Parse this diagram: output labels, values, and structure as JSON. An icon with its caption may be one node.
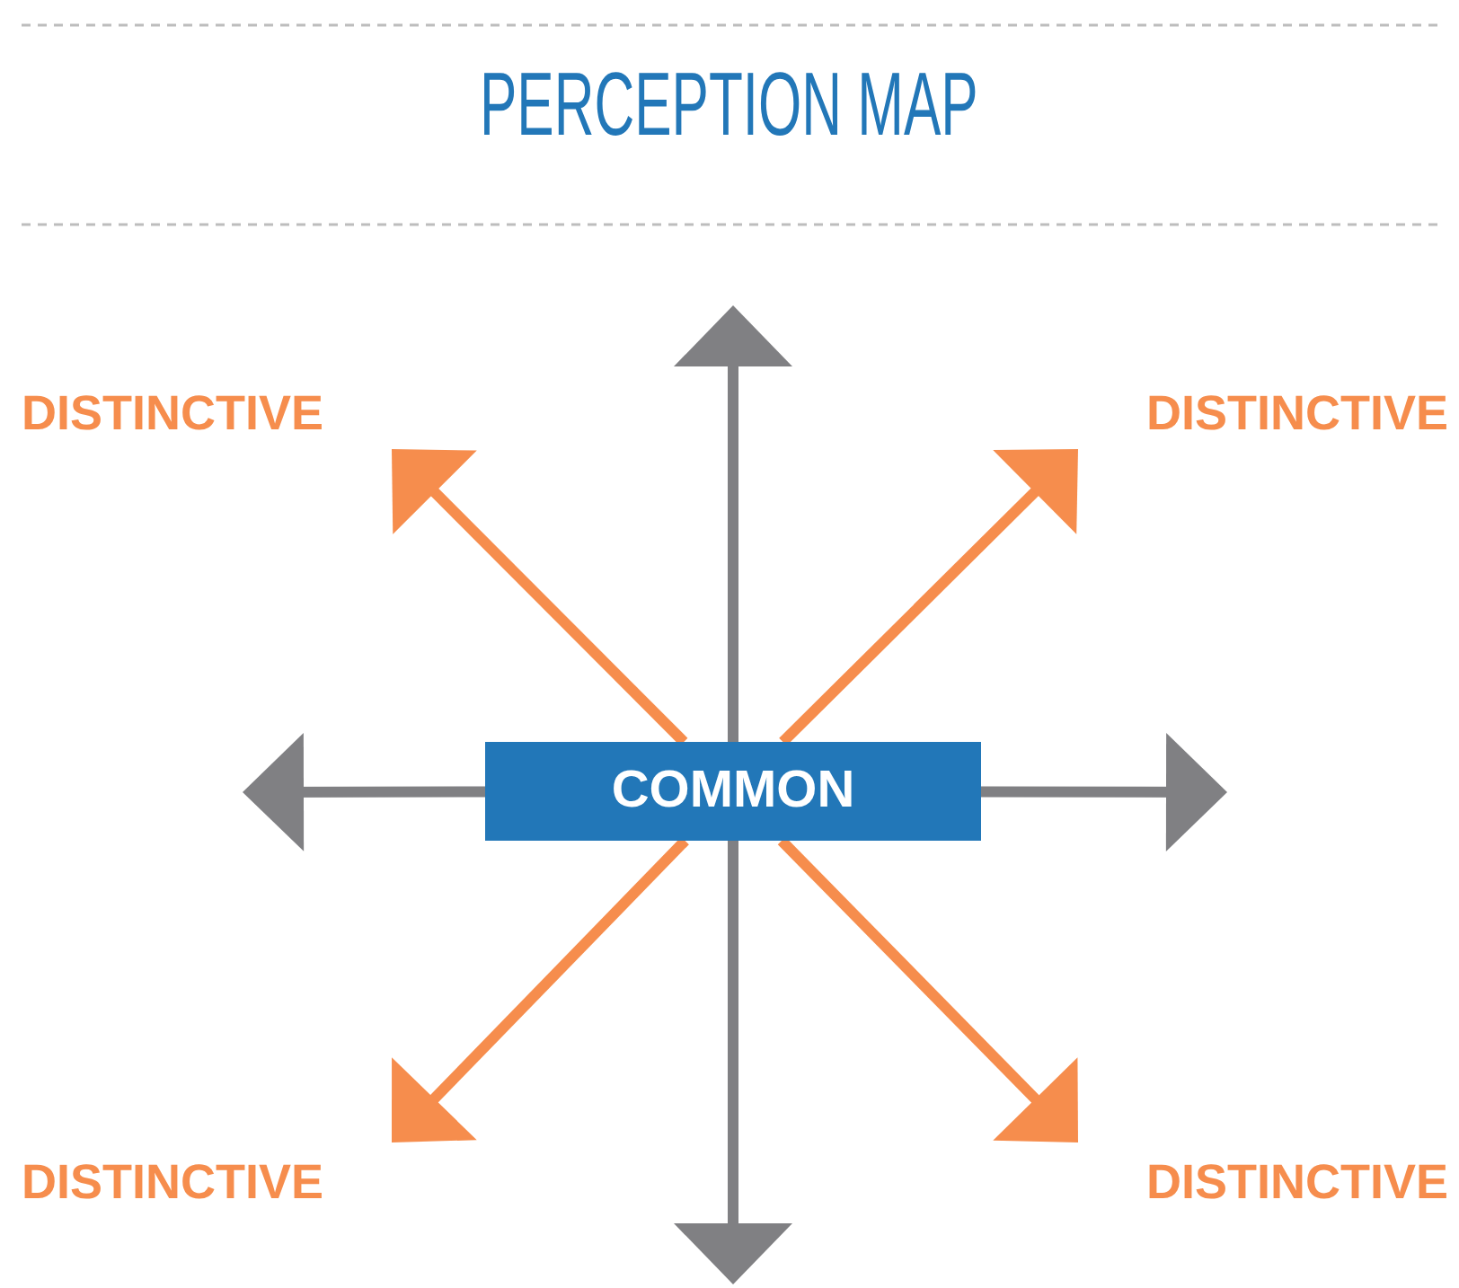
{
  "diagram": {
    "title": "PERCEPTION MAP",
    "nodes": [
      {
        "text": [
          "DISTINCTIVE"
        ]
      },
      {
        "text": [
          "DISTINCTIVE"
        ]
      },
      {
        "text": [
          "COMMON"
        ]
      },
      {
        "text": [
          "DISTINCTIVE"
        ]
      },
      {
        "text": [
          "DISTINCTIVE"
        ]
      }
    ],
    "edges": [
      {
        "from": 2,
        "to": 0,
        "arrow": "to",
        "color": "#f68d4d"
      },
      {
        "from": 2,
        "to": 1,
        "arrow": "to",
        "color": "#f68d4d"
      },
      {
        "from": 2,
        "to": 3,
        "arrow": "to",
        "color": "#f68d4d"
      },
      {
        "from": 2,
        "to": 4,
        "arrow": "to",
        "color": "#f68d4d"
      },
      {
        "from": 2,
        "to": null,
        "arrow": "to",
        "color": "#808083"
      },
      {
        "from": 2,
        "to": null,
        "arrow": "to",
        "color": "#808083"
      },
      {
        "from": 2,
        "to": null,
        "arrow": "to",
        "color": "#808083"
      },
      {
        "from": 2,
        "to": null,
        "arrow": "to",
        "color": "#808083"
      }
    ]
  }
}
